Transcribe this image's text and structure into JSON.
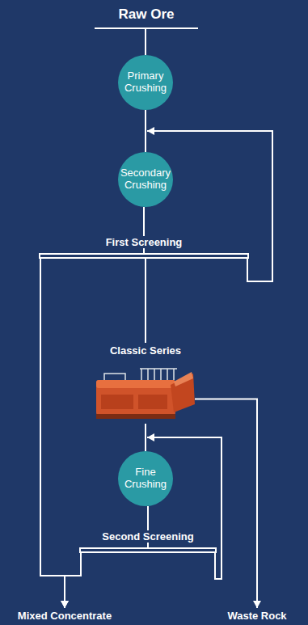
{
  "diagram": {
    "nodes": [
      {
        "text": [
          "Raw Ore"
        ]
      },
      {
        "text": [
          "Primary Crushing"
        ]
      },
      {
        "text": [
          "Secondary Crushing"
        ]
      },
      {
        "text": [
          "First Screening"
        ]
      },
      {
        "text": [
          "Classic Series"
        ]
      },
      {
        "text": [
          "Fine Crushing"
        ]
      },
      {
        "text": [
          "Second Screening"
        ]
      },
      {
        "text": [
          "Mixed Concentrate"
        ]
      },
      {
        "text": [
          "Waste Rock"
        ]
      }
    ],
    "edges": [
      {
        "from": 0,
        "to": 1,
        "arrow": "none"
      },
      {
        "from": 1,
        "to": 2,
        "arrow": "none"
      },
      {
        "from": 2,
        "to": 3,
        "arrow": "none"
      },
      {
        "from": 3,
        "to": 2,
        "arrow": "to"
      },
      {
        "from": 3,
        "to": 4,
        "arrow": "none"
      },
      {
        "from": 3,
        "to": 7,
        "arrow": "to"
      },
      {
        "from": 4,
        "to": 5,
        "arrow": "none"
      },
      {
        "from": 4,
        "to": 8,
        "arrow": "to"
      },
      {
        "from": 5,
        "to": 6,
        "arrow": "none"
      },
      {
        "from": 6,
        "to": 5,
        "arrow": "to"
      },
      {
        "from": 6,
        "to": 7,
        "arrow": "to"
      }
    ]
  }
}
